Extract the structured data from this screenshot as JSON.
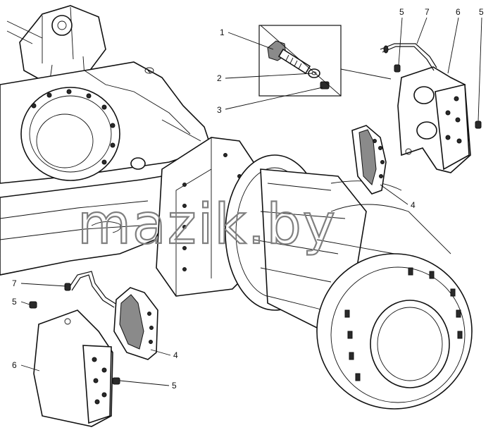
{
  "watermark": "mazik.by",
  "callouts": {
    "c1": "1",
    "c2": "2",
    "c3": "3",
    "c4_top": "4",
    "c4_bottom": "4",
    "c5_top_a": "5",
    "c5_top_b": "5",
    "c5_left": "5",
    "c5_bottom": "5",
    "c6_top": "6",
    "c6_left": "6",
    "c7_top": "7",
    "c7_left": "7"
  }
}
